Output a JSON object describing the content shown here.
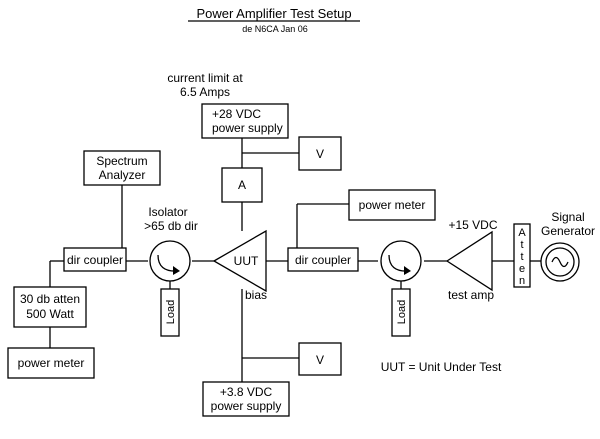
{
  "title": "Power Amplifier Test Setup",
  "subtitle": "de N6CA Jan 06",
  "labels": {
    "current_limit_line1": "current limit at",
    "current_limit_line2": "6.5 Amps",
    "supply28_line1": "+28 VDC",
    "supply28_line2": "power supply",
    "voltmeter_top": "V",
    "ammeter": "A",
    "spectrum_line1": "Spectrum",
    "spectrum_line2": "Analyzer",
    "isolator_line1": "Isolator",
    "isolator_line2": ">65 db dir",
    "dir_coupler_left": "dir coupler",
    "uut": "UUT",
    "bias": "bias",
    "dir_coupler_right": "dir coupler",
    "power_meter_right": "power meter",
    "plus15": "+15 VDC",
    "signal_gen_line1": "Signal",
    "signal_gen_line2": "Generator",
    "atten_vertical": "Atten",
    "test_amp": "test amp",
    "load_left": "Load",
    "load_right": "Load",
    "atten30_line1": "30 db atten",
    "atten30_line2": "500 Watt",
    "power_meter_left": "power meter",
    "voltmeter_bottom": "V",
    "supply38_line1": "+3.8 VDC",
    "supply38_line2": "power supply",
    "legend": "UUT = Unit Under Test"
  }
}
